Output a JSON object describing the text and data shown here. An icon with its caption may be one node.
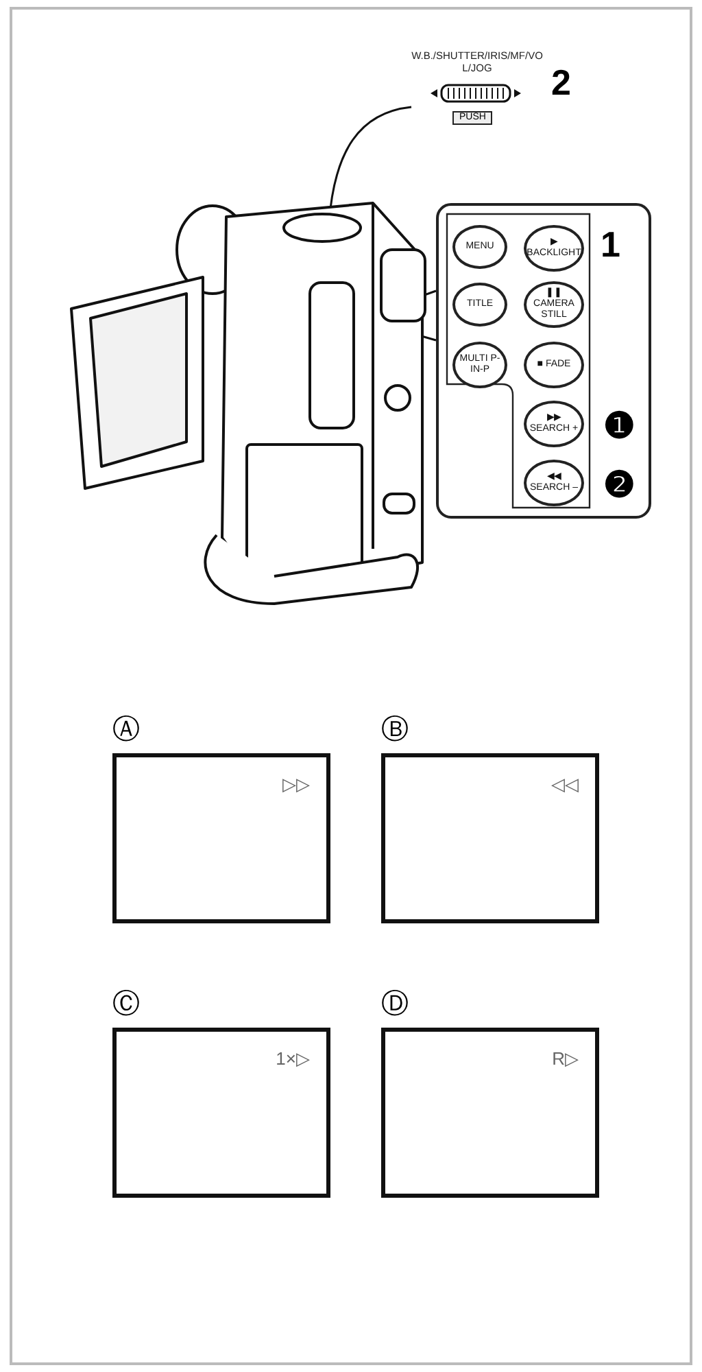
{
  "diagram": {
    "nodes": [
      {
        "text": [
          "W.B./SHUTTER/IRIS/MF/VOL/JOG",
          "PUSH"
        ]
      },
      {
        "text": [],
        "shape": "picture"
      },
      {
        "text": [],
        "shape": "box"
      },
      {
        "text": [
          "MENU"
        ],
        "in": 2
      },
      {
        "text": [
          "▶ BACKLIGHT"
        ],
        "in": 2
      },
      {
        "text": [
          "TITLE"
        ],
        "in": 2
      },
      {
        "text": [
          "❚❚ CAMERA STILL"
        ],
        "in": 2
      },
      {
        "text": [
          "MULTI P-IN-P"
        ],
        "in": 2
      },
      {
        "text": [
          "■ FADE"
        ],
        "in": 2
      },
      {
        "text": [
          "▶▶ SEARCH +"
        ],
        "in": 2
      },
      {
        "text": [
          "◀◀ SEARCH –"
        ],
        "in": 2
      },
      {
        "text": [
          "▷▷"
        ],
        "beside": [
          "Ⓐ"
        ]
      },
      {
        "text": [
          "◁◁"
        ],
        "beside": [
          "Ⓑ"
        ]
      },
      {
        "text": [
          "1×▷"
        ],
        "beside": [
          "Ⓒ"
        ]
      },
      {
        "text": [
          "R▷"
        ],
        "beside": [
          "Ⓓ"
        ]
      }
    ],
    "edges": [
      {
        "from": 0,
        "to": 1,
        "arrow": "none"
      },
      {
        "from": 2,
        "to": 1,
        "arrow": "none"
      }
    ],
    "labels": [
      "2",
      "1",
      "❶",
      "❷"
    ]
  }
}
